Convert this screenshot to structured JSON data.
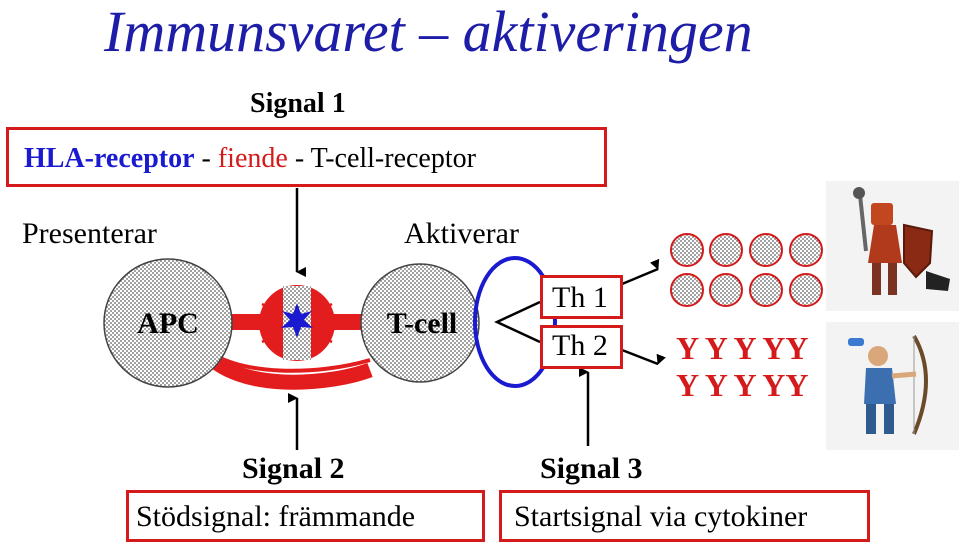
{
  "title": "Immunsvaret – aktiveringen",
  "signal1": {
    "heading": "Signal 1",
    "hla": "HLA-receptor",
    "sep1": " - ",
    "enemy": "fiende",
    "sep2": " - ",
    "tcr": "T-cell-receptor"
  },
  "presents": "Presenterar",
  "activates": "Aktiverar",
  "apc": "APC",
  "tcell": "T-cell",
  "th1": "Th 1",
  "th2": "Th 2",
  "antibodies": {
    "row1": "Y Y Y YY",
    "row2": "Y Y Y YY"
  },
  "signal2": {
    "heading": "Signal 2",
    "text": "Stödsignal: främmande"
  },
  "signal3": {
    "heading": "Signal 3",
    "text": "Startsignal via cytokiner"
  },
  "icons": [
    "knight-figure-icon",
    "archer-figure-icon"
  ],
  "colors": {
    "title": "#1d1da8",
    "red": "#e31d1d",
    "blue": "#1a1ad0",
    "box_border": "#d41a1a"
  }
}
